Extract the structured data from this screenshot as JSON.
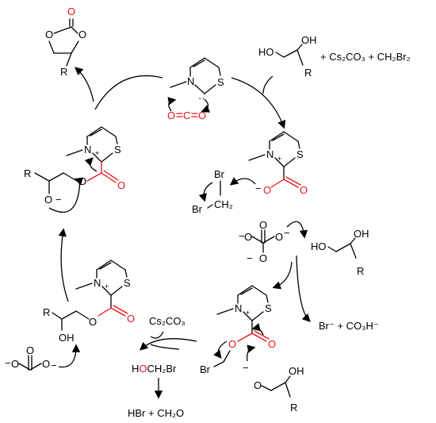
{
  "reagents": {
    "top_right": "+ Cs₂CO₃ + CH₂Br₂",
    "byproduct_right": "Br⁻ + CO₃H⁻",
    "cs2co3": "Cs₂CO₃",
    "hoch2br": "HOCH₂Br",
    "hoch2br_h": "H",
    "hoch2br_o": "O",
    "hoch2br_rest": "CH₂Br",
    "hbr_ch2o": "HBr + CH₂O"
  },
  "atoms": {
    "O": "O",
    "S": "S",
    "N": "N",
    "R": "R",
    "HO": "HO",
    "OH": "OH",
    "Br": "Br",
    "BrCH2": "Br",
    "CH2": "CH₂",
    "C": "C",
    "minus": "−",
    "plus": "+",
    "lone_pair": "··"
  },
  "colors": {
    "red": "#e8141b",
    "black": "#000000"
  }
}
